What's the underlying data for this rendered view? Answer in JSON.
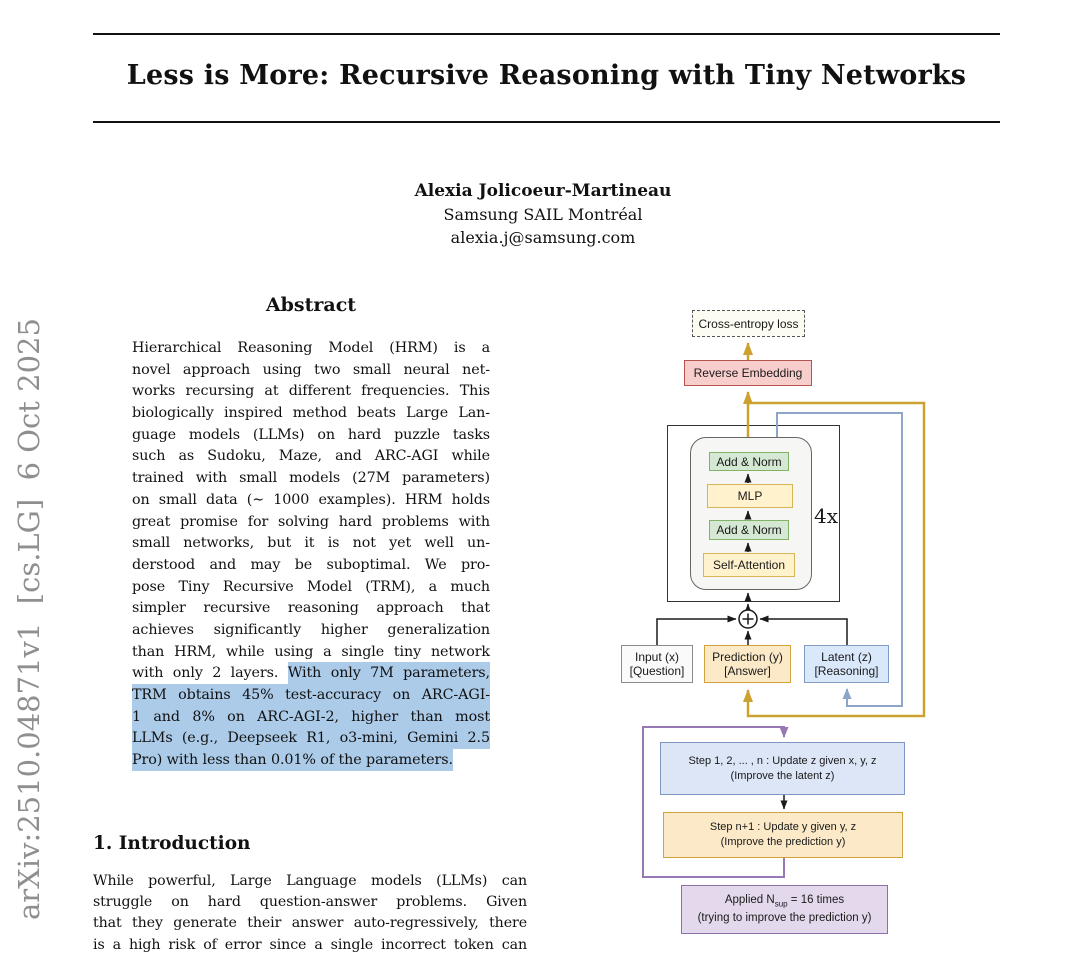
{
  "header": {
    "title": "Less is More: Recursive Reasoning with Tiny Networks",
    "arxiv_watermark": "arXiv:2510.04871v1  [cs.LG]  6 Oct 2025",
    "author": {
      "name": "Alexia Jolicoeur-Martineau",
      "affiliation": "Samsung SAIL Montréal",
      "email": "alexia.j@samsung.com"
    }
  },
  "abstract": {
    "heading": "Abstract",
    "highlight_color": "#abcbe9",
    "lines": [
      {
        "t": "Hierarchical Reasoning Model (HRM) is a"
      },
      {
        "t": "novel approach using two small neural net-"
      },
      {
        "t": "works recursing at different frequencies. This"
      },
      {
        "t": "biologically inspired method beats Large Lan-"
      },
      {
        "t": "guage models (LLMs) on hard puzzle tasks"
      },
      {
        "t": "such as Sudoku, Maze, and ARC-AGI while"
      },
      {
        "t": "trained with small models (27M parameters)"
      },
      {
        "t": "on small data (∼ 1000 examples). HRM holds"
      },
      {
        "t": "great promise for solving hard problems with"
      },
      {
        "t": "small networks, but it is not yet well un-"
      },
      {
        "t": "derstood and may be suboptimal.  We pro-"
      },
      {
        "t": "pose Tiny Recursive Model (TRM), a much"
      },
      {
        "t": "simpler recursive reasoning approach that"
      },
      {
        "t": "achieves significantly higher generalization"
      },
      {
        "t": "than HRM, while using a single tiny network"
      },
      {
        "t": "with only 2 layers. ",
        "h": "With only 7M parameters,"
      },
      {
        "h": "TRM obtains 45% test-accuracy on ARC-AGI-"
      },
      {
        "h": "1 and 8% on ARC-AGI-2, higher than most"
      },
      {
        "h": "LLMs (e.g., Deepseek R1, o3-mini, Gemini 2.5"
      },
      {
        "h": "Pro) with less than 0.01% of the parameters."
      }
    ]
  },
  "introduction": {
    "heading": "1. Introduction",
    "lines": [
      "While powerful, Large Language models (LLMs) can",
      "struggle on hard question-answer problems.  Given",
      "that they generate their answer auto-regressively, there",
      "is a high risk of error since a single incorrect token can"
    ]
  },
  "figure": {
    "cross_entropy": "Cross-entropy loss",
    "reverse_embedding": "Reverse Embedding",
    "add_norm_top": "Add & Norm",
    "mlp": "MLP",
    "add_norm_bottom": "Add & Norm",
    "self_attention": "Self-Attention",
    "repeat_label": "4x",
    "input_box": {
      "line1": "Input (x)",
      "line2": "[Question]"
    },
    "prediction_box": {
      "line1": "Prediction (y)",
      "line2": "[Answer]"
    },
    "latent_box": {
      "line1": "Latent (z)",
      "line2": "[Reasoning]"
    },
    "step_z_box": {
      "line1": "Step 1, 2, ... , n : Update z given x, y, z",
      "line2": "(Improve the latent z)"
    },
    "step_y_box": {
      "line1": "Step n+1 : Update y given y, z",
      "line2": "(Improve the prediction y)"
    },
    "applied_box": {
      "prefix": "Applied N",
      "sub": "sup",
      "suffix": " = 16 times",
      "line2": "(trying to improve the prediction y)"
    },
    "colors": {
      "gold_arrow": "#cda12f",
      "blue_arrow": "#8ca5c8",
      "purple_arrow": "#9878b4",
      "black_arrow": "#1a1a1a",
      "pink_box": "#f8cecc",
      "green_box": "#d5e8d4",
      "yellow_box": "#fff2cc",
      "orange_box": "#fbe9c7",
      "blue_box": "#dae8fc",
      "purple_box": "#e4d9ec"
    }
  }
}
